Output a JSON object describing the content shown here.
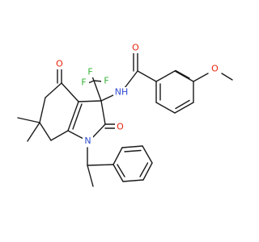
{
  "molecule": {
    "colors": {
      "carbon_bond": "#1a1a1a",
      "oxygen": "#e8250d",
      "nitrogen": "#2f4bd1",
      "fluorine": "#33b233"
    },
    "labels": {
      "F1": "F",
      "F2": "F",
      "F3": "F",
      "O_amide": "O",
      "O_methoxy": "O",
      "NH": "NH",
      "O_ketone": "O",
      "O_lactam": "O",
      "N_ring": "N"
    }
  }
}
